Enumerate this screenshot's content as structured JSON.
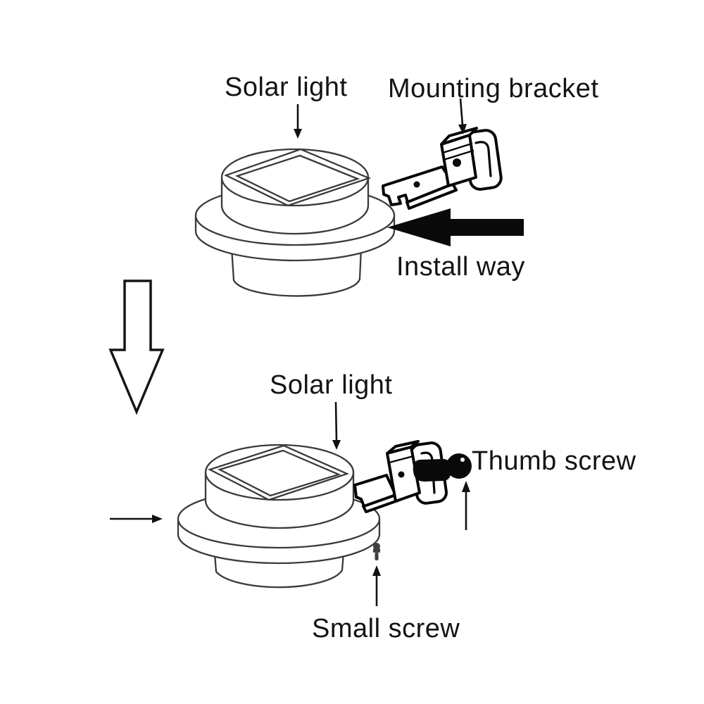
{
  "diagram": {
    "background": "#ffffff",
    "line_color": "#3a3a3a",
    "bracket_line_color": "#060606",
    "text_color": "#141414",
    "labels": {
      "solar_light_top": "Solar light",
      "mounting_bracket": "Mounting bracket",
      "install_way": "Install way",
      "solar_light_bottom": "Solar light",
      "thumb_screw": "Thumb screw",
      "small_screw": "Small screw"
    }
  }
}
